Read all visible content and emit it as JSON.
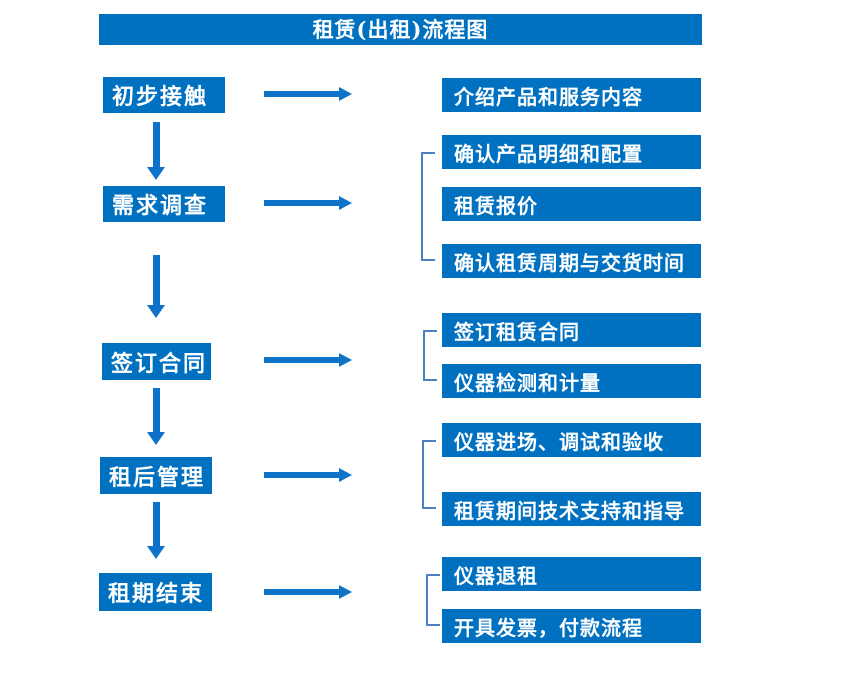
{
  "title": "租赁(出租)流程图",
  "colors": {
    "box_blue": "#0070C0",
    "arrow_blue": "#0D73C8",
    "bracket_blue": "#4E7FC0",
    "text_color": "#FFFFFF",
    "background": "#FFFFFF"
  },
  "steps": [
    {
      "label": "初步接触",
      "details": [
        "介绍产品和服务内容"
      ]
    },
    {
      "label": "需求调查",
      "details": [
        "确认产品明细和配置",
        "租赁报价",
        "确认租赁周期与交货时间"
      ]
    },
    {
      "label": "签订合同",
      "details": [
        "签订租赁合同",
        "仪器检测和计量"
      ]
    },
    {
      "label": "租后管理",
      "details": [
        "仪器进场、调试和验收",
        "租赁期间技术支持和指导"
      ]
    },
    {
      "label": "租期结束",
      "details": [
        "仪器退租",
        "开具发票，付款流程"
      ]
    }
  ]
}
